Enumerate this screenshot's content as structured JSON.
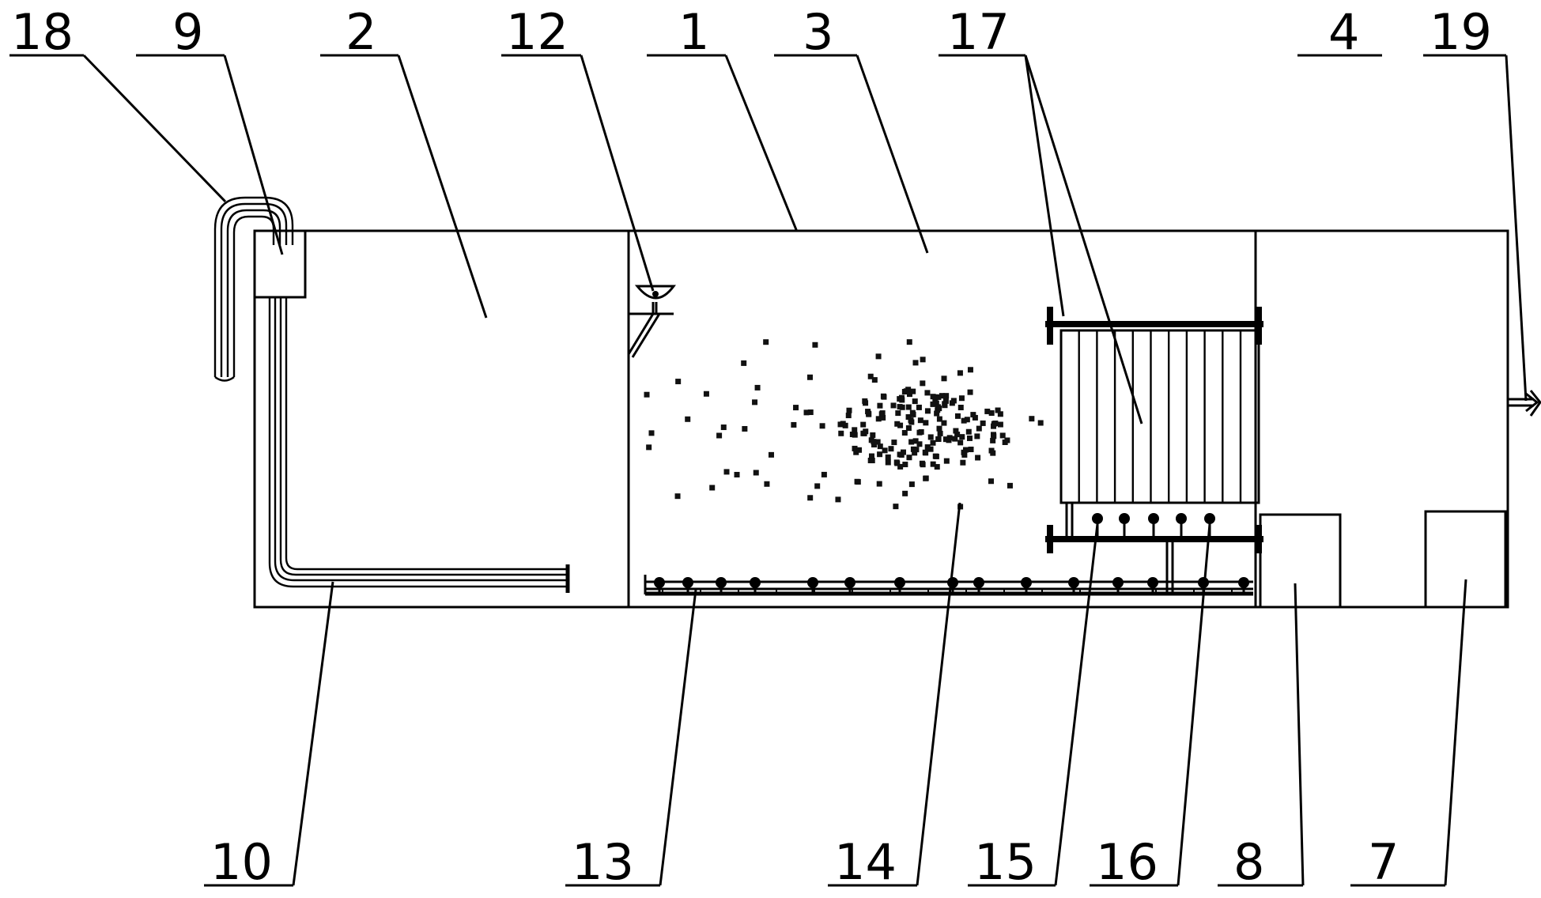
{
  "labels": {
    "l18": "18",
    "l9": "9",
    "l2": "2",
    "l12": "12",
    "l1": "1",
    "l3": "3",
    "l17": "17",
    "l4": "4",
    "l19": "19",
    "l10": "10",
    "l13": "13",
    "l14": "14",
    "l15": "15",
    "l16": "16",
    "l8": "8",
    "l7": "7"
  }
}
